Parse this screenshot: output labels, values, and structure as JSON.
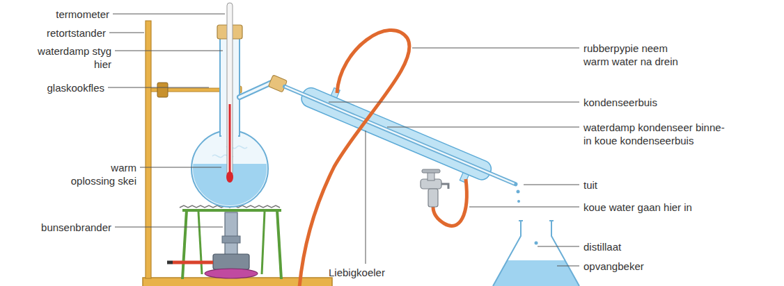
{
  "diagram": {
    "labels": [
      "termometer",
      "retortstander",
      "waterdamp styg hier",
      "glaskookfles",
      "warm oplossing skei",
      "bunsenbrander",
      "Liebigkoeler",
      "rubberpypie neem warm water na drein",
      "kondenseerbuis",
      "waterdamp kondenseer binne-in koue kondenseerbuis",
      "tuit",
      "koue water gaan hier in",
      "distillaat",
      "opvangbeker"
    ]
  }
}
